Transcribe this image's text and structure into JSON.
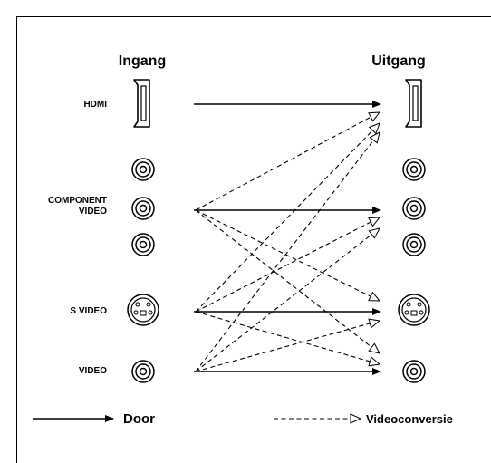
{
  "headers": {
    "input": "Ingang",
    "output": "Uitgang"
  },
  "labels": {
    "hdmi": "HDMI",
    "component_line1": "COMPONENT",
    "component_line2": "VIDEO",
    "svideo": "S VIDEO",
    "video": "VIDEO"
  },
  "legend": {
    "solid": "Door",
    "dashed": "Videoconversie"
  },
  "connections": {
    "solid": [
      [
        "HDMI",
        "HDMI"
      ],
      [
        "COMPONENT VIDEO",
        "COMPONENT VIDEO"
      ],
      [
        "S VIDEO",
        "S VIDEO"
      ],
      [
        "VIDEO",
        "VIDEO"
      ]
    ],
    "dashed": [
      [
        "COMPONENT VIDEO",
        "HDMI"
      ],
      [
        "S VIDEO",
        "HDMI"
      ],
      [
        "VIDEO",
        "HDMI"
      ],
      [
        "S VIDEO",
        "COMPONENT VIDEO"
      ],
      [
        "VIDEO",
        "COMPONENT VIDEO"
      ],
      [
        "COMPONENT VIDEO",
        "S VIDEO"
      ],
      [
        "VIDEO",
        "S VIDEO"
      ],
      [
        "COMPONENT VIDEO",
        "VIDEO"
      ],
      [
        "S VIDEO",
        "VIDEO"
      ]
    ]
  }
}
